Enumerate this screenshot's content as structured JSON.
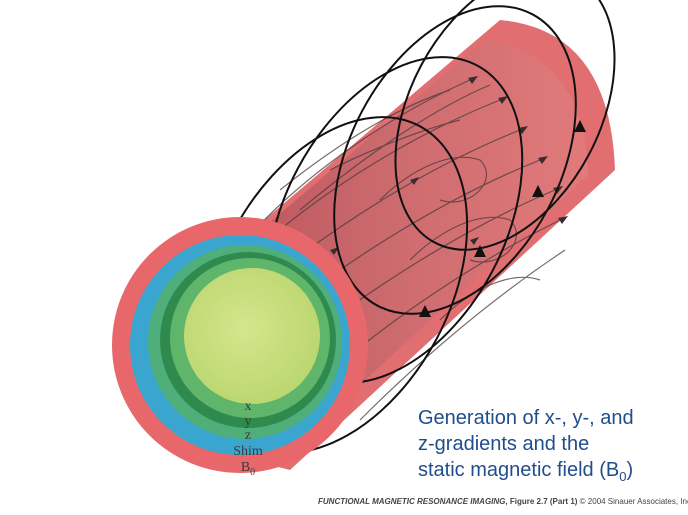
{
  "labels": {
    "x": "x",
    "y": "y",
    "z": "z",
    "shim": "Shim",
    "b0_base": "B",
    "b0_sub": "0"
  },
  "caption": {
    "line1": "Generation of x-, y-, and",
    "line2": "z-gradients and the",
    "line3_text": "static magnetic field (B",
    "line3_sub": "0",
    "line3_end": ")"
  },
  "credit": {
    "title": "FUNCTIONAL MAGNETIC RESONANCE IMAGING",
    "figure": ", Figure 2.7 (Part 1)",
    "copyright": "© 2004 Sinauer Associates, Inc."
  },
  "colors": {
    "b0_coil": "#e8676a",
    "shim_coil": "#3aa6cf",
    "z_coil": "#2f8a4e",
    "y_coil": "#5fb56a",
    "x_coil": "#c5dd76",
    "caption": "#1f4e8c"
  }
}
